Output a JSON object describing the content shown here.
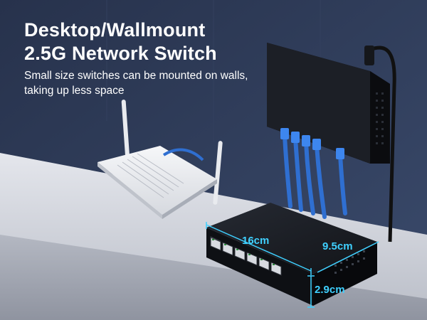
{
  "headline": {
    "line1": "Desktop/Wallmount",
    "line2": "2.5G Network Switch"
  },
  "caption": {
    "line1": "Small size switches can be mounted on walls,",
    "line2": "taking up less space"
  },
  "dimensions": {
    "length": "16cm",
    "width": "9.5cm",
    "height": "2.9cm"
  },
  "colors": {
    "wall": "#2c3a57",
    "shelf": "#c9ccd3",
    "switch_body": "#16191f",
    "cable": "#2f6fd1",
    "dimension_accent": "#3fd0ff",
    "headline_text": "#ffffff"
  }
}
